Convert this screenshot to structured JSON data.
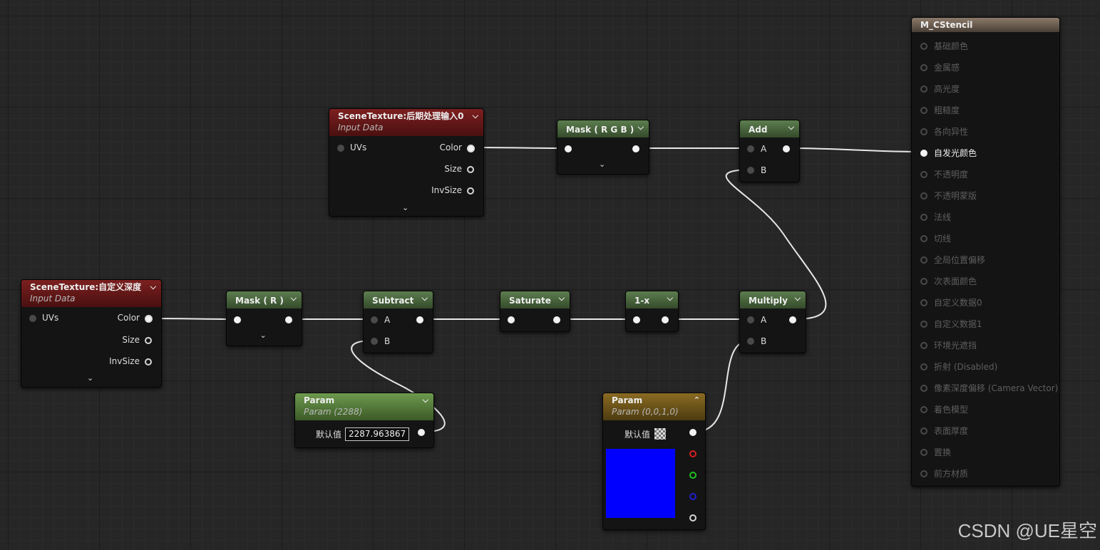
{
  "scene_tex_post": {
    "title": "SceneTexture:后期处理输入0",
    "subtitle": "Input Data",
    "in_uvs": "UVs",
    "out_color": "Color",
    "out_size": "Size",
    "out_invsize": "InvSize"
  },
  "scene_tex_depth": {
    "title": "SceneTexture:自定义深度",
    "subtitle": "Input Data",
    "in_uvs": "UVs",
    "out_color": "Color",
    "out_size": "Size",
    "out_invsize": "InvSize"
  },
  "mask_rgb": {
    "title": "Mask ( R G B )"
  },
  "mask_r": {
    "title": "Mask ( R )"
  },
  "add": {
    "title": "Add",
    "in_a": "A",
    "in_b": "B"
  },
  "subtract": {
    "title": "Subtract",
    "in_a": "A",
    "in_b": "B"
  },
  "saturate": {
    "title": "Saturate"
  },
  "one_minus": {
    "title": "1-x"
  },
  "multiply": {
    "title": "Multiply",
    "in_a": "A",
    "in_b": "B"
  },
  "param_scalar": {
    "title": "Param",
    "subtitle": "Param (2288)",
    "default_label": "默认值",
    "value": "2287.963867"
  },
  "param_vector": {
    "title": "Param",
    "subtitle": "Param (0,0,1,0)",
    "default_label": "默认值",
    "preview_color": "#0000ff"
  },
  "material_result": {
    "title": "M_CStencil",
    "pins": [
      "基础颜色",
      "金属感",
      "高光度",
      "粗糙度",
      "各向异性",
      "自发光颜色",
      "不透明度",
      "不透明蒙版",
      "法线",
      "切线",
      "全局位置偏移",
      "次表面颜色",
      "自定义数据0",
      "自定义数据1",
      "环境光遮挡",
      "折射 (Disabled)",
      "像素深度偏移 (Camera Vector)",
      "着色模型",
      "表面厚度",
      "置换",
      "前方材质"
    ],
    "active_pin": "自发光颜色"
  },
  "watermark": "CSDN @UE星空"
}
